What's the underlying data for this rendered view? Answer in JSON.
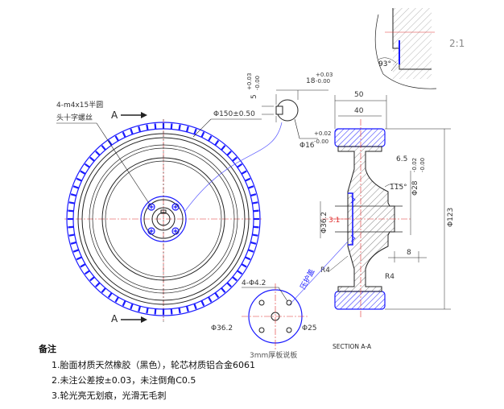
{
  "labels": {
    "hole_callout_line1": "4-m4x15半圆",
    "hole_callout_line2": "头十字螺丝",
    "section_mark_top": "A",
    "section_mark_bottom": "A",
    "dia_150": "Φ150±0.50",
    "key_width": "5",
    "key_width_tol_upper": "+0.03",
    "key_width_tol_lower": "-0.00",
    "key_depth": "18",
    "key_depth_tol_upper": "+0.03",
    "key_depth_tol_lower": "-0.00",
    "bore": "Φ16",
    "bore_tol_upper": "+0.02",
    "bore_tol_lower": "-0.00",
    "width_50": "50",
    "width_40": "40",
    "dim_6_5": "6.5",
    "angle_115": "115°",
    "hub_dia": "Φ28",
    "hub_tol_upper": "-0.02",
    "hub_tol_lower": "-0.00",
    "hub_outer": "Φ36.2",
    "offset_3_1": "3.1",
    "outer_123": "Φ123",
    "dim_8": "8",
    "radius_left": "R4",
    "radius_right": "R4",
    "retainer_label": "压护盖",
    "plate_holes": "4-Φ4.2",
    "plate_pcd": "Φ36.2",
    "plate_dia": "Φ25",
    "plate_note": "3mm厚板说板",
    "section_title": "SECTION A-A",
    "detail_angle": "93°",
    "detail_scale": "2:1"
  },
  "notes": {
    "title": "备注",
    "items": [
      "1.胎面材质天然橡胶（黑色），轮芯材质铝合金6061",
      "2.未注公差按±0.03，未注倒角C0.5",
      "3.轮光亮无划痕，光滑无毛刺"
    ]
  },
  "colors": {
    "outline": "#222222",
    "rubber": "#1a1aff",
    "centerline": "#e03030"
  }
}
